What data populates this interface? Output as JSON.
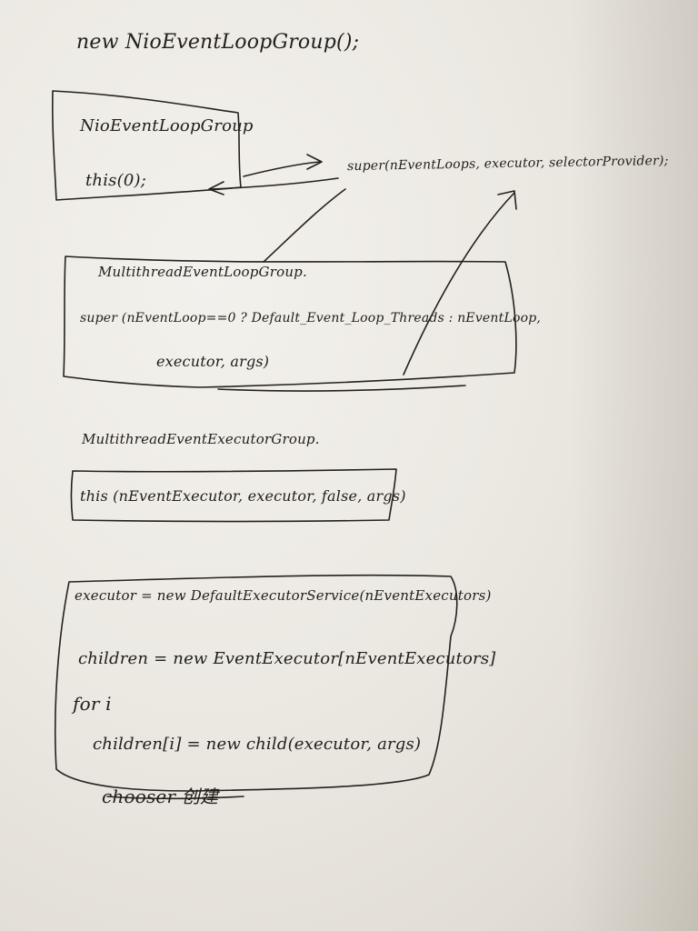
{
  "notes": {
    "line1": "new  NioEventLoopGroup();",
    "box1": {
      "title": "NioEventLoopGroup",
      "body": "this(0);"
    },
    "super_call": "super(nEventLoops, executor, selectorProvider);",
    "box2": {
      "title": "MultithreadEventLoopGroup.",
      "line1": "super (nEventLoop==0 ? Default_Event_Loop_Threads : nEventLoop,",
      "line2": "executor, args)"
    },
    "group3_title": "MultithreadEventExecutorGroup.",
    "box3": {
      "line1": "this (nEventExecutor, executor, false, args)"
    },
    "box4": {
      "line1": "executor = new DefaultExecutorService(nEventExecutors)",
      "line2": "children = new EventExecutor[nEventExecutors]",
      "line3": "for i",
      "line4": "children[i] = new child(executor, args)",
      "line5": "chooser 创建"
    }
  }
}
